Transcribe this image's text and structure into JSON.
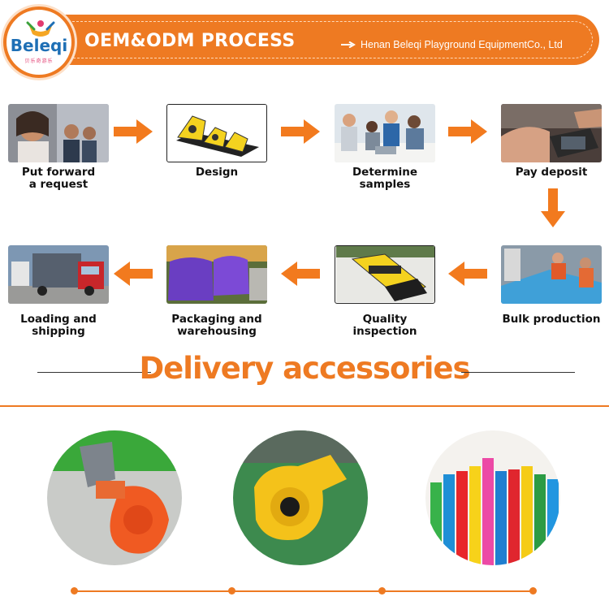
{
  "header": {
    "brand": "Beleqi",
    "brand_sub": "贝乐奇游乐",
    "title": "OEM&ODM PROCESS",
    "company": "Henan Beleqi Playground EquipmentCo., Ltd"
  },
  "process": {
    "row1": [
      {
        "line1": "Put forward",
        "line2": "a request",
        "icon": "call-center-photo"
      },
      {
        "line1": "Design",
        "line2": "",
        "icon": "obstacle-course-design-photo"
      },
      {
        "line1": "Determine samples",
        "line2": "",
        "icon": "business-meeting-photo"
      },
      {
        "line1": "Pay deposit",
        "line2": "",
        "icon": "card-payment-photo"
      }
    ],
    "row2": [
      {
        "line1": "Loading and",
        "line2": "shipping",
        "icon": "truck-photo"
      },
      {
        "line1": "Packaging and",
        "line2": "warehousing",
        "icon": "packages-photo"
      },
      {
        "line1": "Quality inspection",
        "line2": "",
        "icon": "inflatable-inspection-photo"
      },
      {
        "line1": "Bulk production",
        "line2": "",
        "icon": "factory-workers-photo"
      }
    ]
  },
  "delivery": {
    "title": "Delivery accessories",
    "items": [
      {
        "icon": "orange-blower-photo"
      },
      {
        "icon": "yellow-blower-photo"
      },
      {
        "icon": "colored-tubes-photo"
      }
    ]
  },
  "colors": {
    "accent": "#ee7a22",
    "text": "#111111"
  }
}
